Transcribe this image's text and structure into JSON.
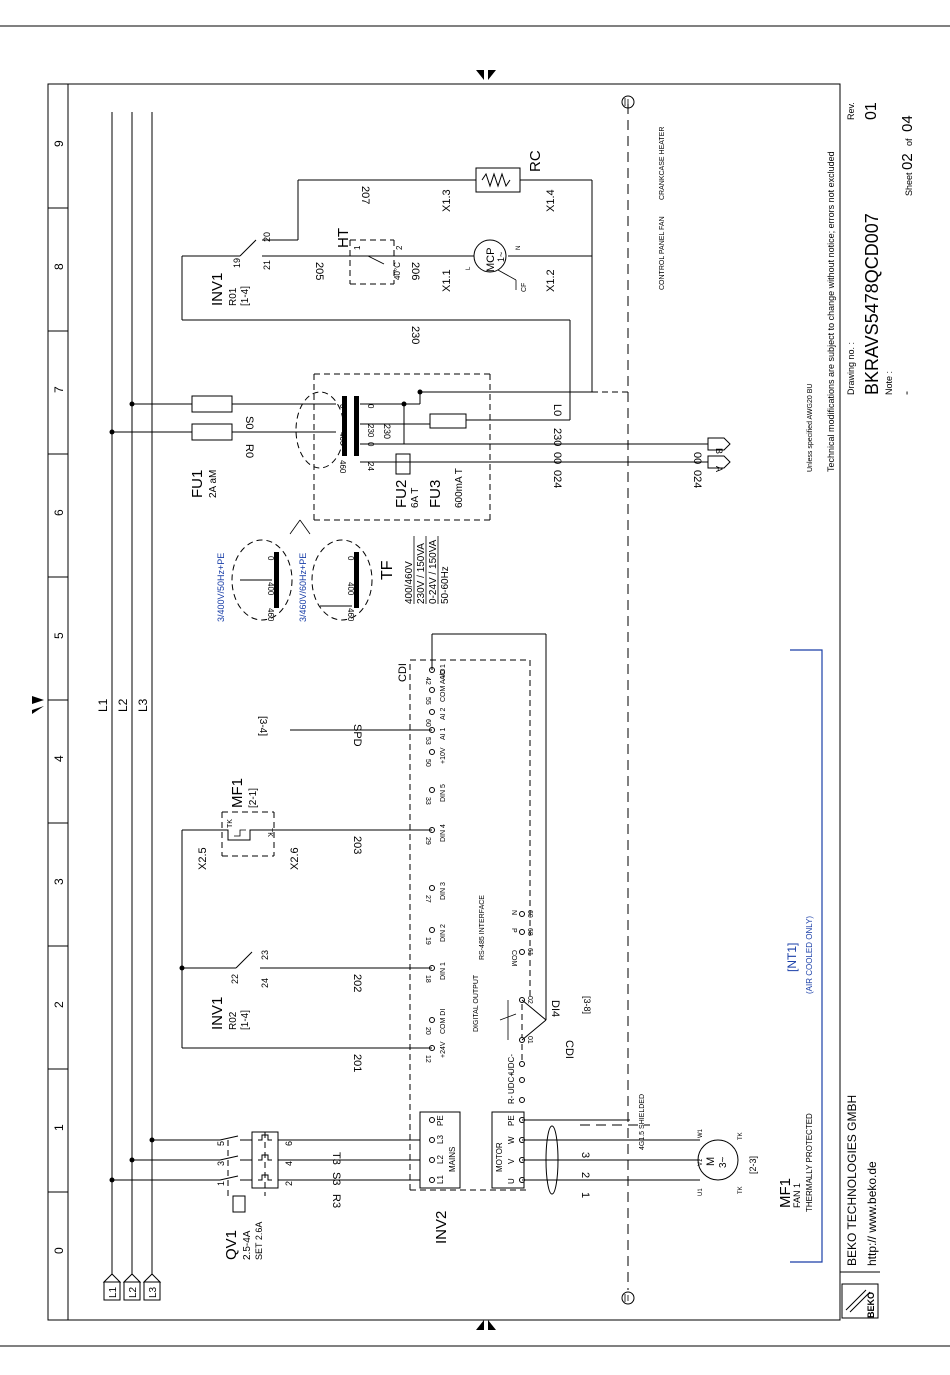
{
  "grid": {
    "columns": [
      "0",
      "1",
      "2",
      "3",
      "4",
      "5",
      "6",
      "7",
      "8",
      "9"
    ]
  },
  "supply": {
    "l1": "L1",
    "l2": "L2",
    "l3": "L3"
  },
  "qv1": {
    "name": "QV1",
    "range": "2.5-4A",
    "set": "SET 2.6A",
    "terms_in": [
      "1",
      "3",
      "5"
    ],
    "terms_out": [
      "2",
      "4",
      "6"
    ]
  },
  "wires": {
    "r3": "R3",
    "s3": "S3",
    "t3": "T3",
    "w1": "1",
    "w2": "2",
    "w3": "3",
    "w201": "201",
    "w202": "202",
    "w203": "203",
    "w205": "205",
    "w206": "206",
    "w207": "207",
    "w230a": "230",
    "w230b": "230",
    "w230c": "230",
    "r0": "R0",
    "s0": "S0",
    "l0": "L0",
    "o0a": "00",
    "o0b": "00",
    "o24a": "024",
    "o24b": "024",
    "spd": "SPD",
    "spd_ref": "[3-4]"
  },
  "inv2": {
    "name": "INV2",
    "mains": {
      "label": "MAINS",
      "terms": [
        "L1",
        "L2",
        "L3",
        "PE"
      ]
    },
    "motor": {
      "label": "MOTOR",
      "terms": [
        "U",
        "V",
        "W",
        "PE"
      ]
    },
    "dc": [
      "R-",
      "UDC+",
      "UDC-"
    ],
    "io": [
      {
        "num": "12",
        "label": "+24V"
      },
      {
        "num": "20",
        "label": "COM DI"
      },
      {
        "num": "18",
        "label": "DIN 1"
      },
      {
        "num": "19",
        "label": "DIN 2"
      },
      {
        "num": "27",
        "label": "DIN 3"
      },
      {
        "num": "29",
        "label": "DIN 4"
      },
      {
        "num": "33",
        "label": "DIN 5"
      },
      {
        "num": "50",
        "label": "+10V"
      },
      {
        "num": "53",
        "label": "AI 1"
      },
      {
        "num": "60",
        "label": "AI 2"
      },
      {
        "num": "55",
        "label": "COM A I/O"
      },
      {
        "num": "42",
        "label": "AO 1"
      }
    ],
    "rs485": {
      "title": "RS-485 INTERFACE",
      "terms": [
        "61",
        "68",
        "69"
      ],
      "labels": [
        "COM",
        "P",
        "N"
      ]
    },
    "digital_output": "DIGITAL OUTPUT",
    "do_terms": [
      "01",
      "02"
    ],
    "di4": "DI4",
    "di4_ref": "[3-8]",
    "cdi": "CDI",
    "cdi_top": "CDI",
    "shielded": "4G1.5 SHIELDED"
  },
  "inv1_r02": {
    "name": "INV1",
    "relay": "R02",
    "ref": "[1-4]",
    "c1": "22",
    "c2": "23",
    "c3": "24"
  },
  "inv1_r01": {
    "name": "INV1",
    "relay": "R01",
    "ref": "[1-4]",
    "c1": "19",
    "c2": "20",
    "c3": "21"
  },
  "mf1_top": {
    "name": "MF1",
    "ref": "[2-1]",
    "x25": "X2.5",
    "x26": "X2.6",
    "tk": "TK"
  },
  "mf1_bottom": {
    "name": "MF1",
    "sub": "FAN 1",
    "desc": "THERMALLY PROTECTED",
    "ref": "[2-3]",
    "motor": "M",
    "phase": "3~",
    "u1": "U1",
    "v1": "V1",
    "w1": "W1",
    "tk": "TK"
  },
  "nt1": {
    "name": "[NT1]",
    "note": "(AIR COOLED ONLY)"
  },
  "tf": {
    "name": "TF",
    "lines": [
      "400/460V",
      "230V / 150VA",
      "0-24V / 150VA",
      "50-60Hz"
    ],
    "taps": [
      "0",
      "400",
      "460",
      "0",
      "230",
      "0",
      "24"
    ],
    "opt1": "3/400V/50Hz+PE",
    "opt2": "3/460V/60Hz+PE",
    "opt_taps": [
      "0",
      "400",
      "460"
    ]
  },
  "fuses": {
    "fu1": "FU1",
    "fu1_val": "2A aM",
    "fu2": "FU2",
    "fu2_val": "6A T",
    "fu3": "FU3",
    "fu3_val": "600mA T"
  },
  "outputs": {
    "a": "A",
    "b": "B"
  },
  "ht": {
    "name": "HT",
    "temp": "40°C",
    "t1": "1",
    "t2": "2"
  },
  "mcp": {
    "name": "MCP",
    "phase": "1~",
    "cf": "CF",
    "l": "L",
    "n": "N"
  },
  "rc": {
    "name": "RC"
  },
  "x1": {
    "x11": "X1.1",
    "x12": "X1.2",
    "x13": "X1.3",
    "x14": "X1.4"
  },
  "notes": {
    "cp_fan": "CONTROL PANEL FAN",
    "cc_heater": "CRANKCASE HEATER"
  },
  "title_block": {
    "company": "BEKO TECHNOLOGIES GMBH",
    "url": "http:// www.beko.de",
    "logo": "BEKO",
    "tech_note": "Technical modifications are subject to change without notice; errors not excluded",
    "awg": "Unless specified AWG20 BU",
    "drawing_label": "Drawing no. :",
    "drawing_no": "BKRAVS5478QCD007",
    "note_label": "Note :",
    "note_val": "-",
    "rev_label": "Rev.",
    "rev": "01",
    "sheet_label": "Sheet",
    "sheet": "02",
    "of": "of",
    "total": "04"
  }
}
